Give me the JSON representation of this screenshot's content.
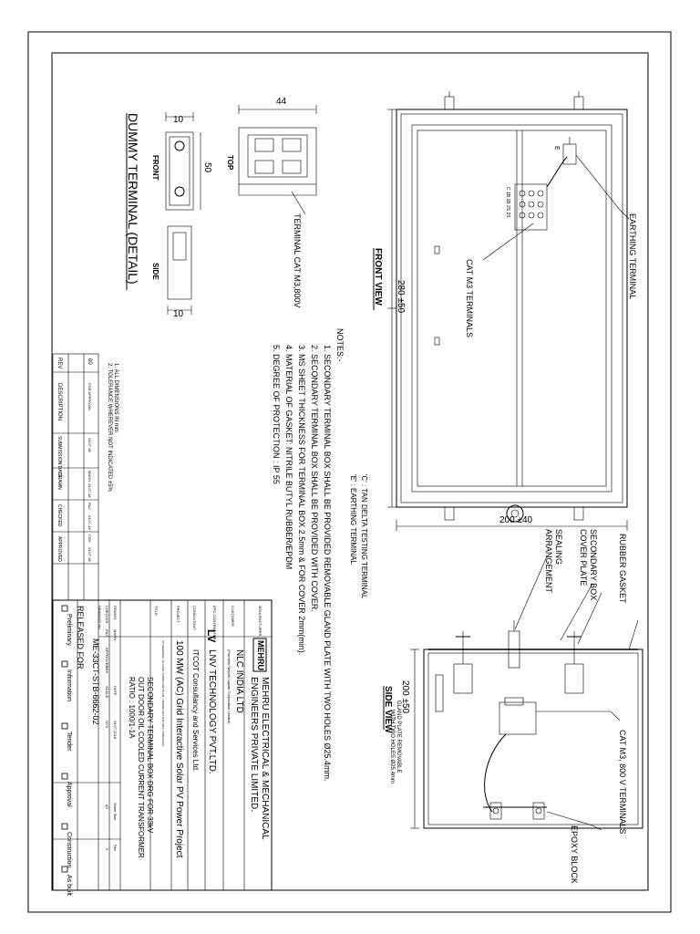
{
  "drawing": {
    "front_view_label": "FRONT VIEW",
    "side_view_label": "SIDE VIEW",
    "top_label": "TOP",
    "front_label": "FRONT",
    "side_label": "SIDE",
    "dummy_title": "DUMMY TERMINAL (DETAIL)",
    "labels": {
      "earthing_terminal": "EARTHING TERMINAL",
      "cat_m3_terminals": "CAT M3 TERMINALS",
      "terminal_cat": "TERMINAL CAT M3,800V",
      "e_mark": "E",
      "c_marks": "C 1B 1B 2S 2S",
      "rubber_gasket": "RUBBER GASKET",
      "secondary_box_1": "SECONDARY BOX",
      "secondary_box_2": "COVER PLATE",
      "sealing_1": "SEALING",
      "sealing_2": "ARRANGEMENT",
      "cat_m3_800v": "CAT M3, 800 V TERMINALS",
      "gland_1": "GLAND PLATE REMOVABLE",
      "gland_2": "WITH TWO HOLES Ø25.4mm",
      "epoxy_block": "EPOXY BLOCK"
    },
    "dims": {
      "d280": "280 ±50",
      "d200w": "200 ±40",
      "d200h": "200 ±50",
      "d44": "44",
      "d10a": "10",
      "d50": "50",
      "d10b": "10"
    }
  },
  "notes": {
    "header": "NOTES:-",
    "c_note": "'C' : TAN DELTA TESTING TERMINAL",
    "e_note": "'E' : EARTHING TERMINAL",
    "items": [
      "1. SECONDARY TERMINAL BOX SHALL BE PROVIDED REMOVABLE GLAND PLATE WITH TWO HOLES Ø25.4mm.",
      "2. SECONDARY TERMINAL BOX SHALL BE PROVIDED WITH COVER.",
      "3. MS SHEET THICKNESS FOR TERMINAL BOX 2.5mm & FOR COVER 2mm(min).",
      "4. MATERIAL OF GASKET: NITRILE BUTYL RUBBER/EPDM",
      "5. DEGREE OF PROTECTION : IP 55"
    ]
  },
  "general_notes": [
    "1. ALL DIMENSIONS IN mm",
    "2. TOLERANCE WHEREVER NOT INDICATED ±5%"
  ],
  "revision_table": {
    "headers": [
      "REV",
      "DESCRIPTION",
      "SUBMISSION DATE",
      "DRAWN",
      "CHECKED",
      "APPROVED"
    ],
    "row": [
      "00",
      "FOR APPROVAL",
      "24.07.18",
      "MAGH",
      "24.07.18",
      "RAJ",
      "24.07.18",
      "CSN",
      "24.07.18"
    ]
  },
  "title_block": {
    "manufacturer_label": "MANUFACTURER",
    "company_logo": "MEHRU",
    "company_name_1": "MEHRU ELECTRICAL & MECHANICAL",
    "company_name_2": "ENGINEERS PRIVATE LIMITED.",
    "customer_label": "CUSTOMER",
    "customer": "NLC INDIA LTD",
    "customer_sub": "(Formerly Neyveli Lignite Corporation Limited)",
    "epc_label": "EPC CONTRACTOR",
    "epc": "LNV TECHNOLOGY PVT.LTD.",
    "consultant_label": "CONSULTANT",
    "consultant": "ITCOT Consultancy and Services Ltd.",
    "project_label": "PROJECT",
    "project": "100 MW (AC) Grid Interactive Solar PV Power Project",
    "project_sub": "AT NAMAKKAL VILLAGE, AUNDALAM TALUK, TIRUNELVELI DISTRICT, TAMILNADU",
    "title_label": "TITLE",
    "title_1": "SECONDARY TERMINAL BOX DRG FOR 33kV",
    "title_2": "OUT DOOR OIL COOLED CURRENT TRANSFORMER",
    "title_3": "RATIO : 1000/1-1A",
    "drawn_label": "DRAWN",
    "drawn_by": "MAGH",
    "checked_label": "CHECKED",
    "checked_by": "RAJ",
    "approved_label": "APPROVED",
    "approved_by": "SRS",
    "date_label": "DATE",
    "date": "24.07.2018",
    "scale_label": "SCALE",
    "scale": "NTS",
    "sheet_label": "Sheet Size",
    "sheet": "A3",
    "rev_label": "Rev",
    "rev": "0",
    "dwg_label": "DRAWING No.",
    "dwg_no": "ME-33CT-STB-6662-02",
    "released_label": "RELEASED FOR",
    "released_options": [
      "Preliminary",
      "Information",
      "Tender",
      "Approval",
      "Construction",
      "As built"
    ]
  }
}
